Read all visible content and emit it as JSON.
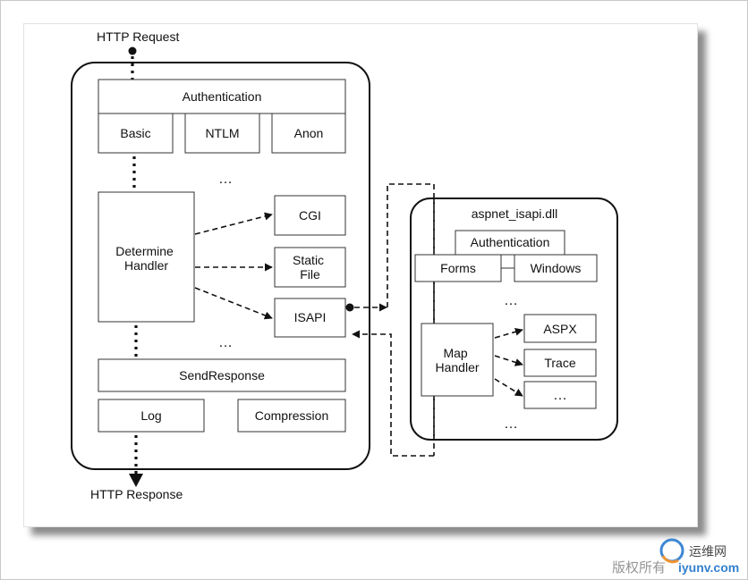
{
  "request_label": "HTTP Request",
  "response_label": "HTTP Response",
  "iis": {
    "authentication": {
      "title": "Authentication",
      "methods": [
        "Basic",
        "NTLM",
        "Anon"
      ]
    },
    "ellipsis_top": "…",
    "determine_handler": [
      "Determine",
      "Handler"
    ],
    "handlers": {
      "cgi": "CGI",
      "static_file": [
        "Static",
        "File"
      ],
      "isapi": "ISAPI"
    },
    "ellipsis_bottom": "…",
    "send_response": "SendResponse",
    "log": "Log",
    "compression": "Compression"
  },
  "aspnet": {
    "title": "aspnet_isapi.dll",
    "authentication": {
      "title": "Authentication",
      "methods": [
        "Forms",
        "Windows"
      ]
    },
    "ellipsis_top": "…",
    "map_handler": [
      "Map",
      "Handler"
    ],
    "handlers": [
      "ASPX",
      "Trace",
      "…"
    ],
    "ellipsis_bottom": "…"
  },
  "watermark": {
    "site": "运维网",
    "rights": "版权所有",
    "domain": "iyunv.com"
  }
}
